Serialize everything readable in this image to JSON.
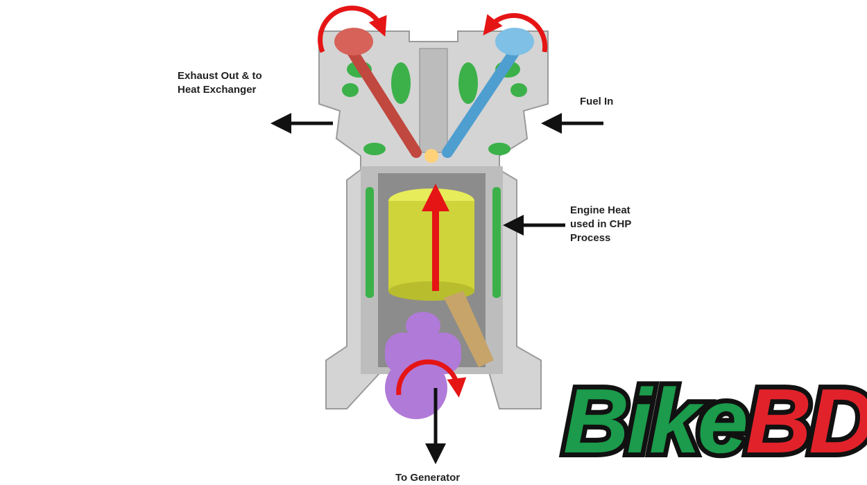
{
  "labels": {
    "exhaust": "Exhaust Out & to\nHeat Exchanger",
    "fuel": "Fuel In",
    "engine_heat": "Engine Heat\nused in CHP\nProcess",
    "generator": "To Generator"
  },
  "logo": {
    "part1": "Bike",
    "part2": "BD"
  },
  "colors": {
    "green": "#1b9b4b",
    "red": "#e2222a",
    "body": "#d4d4d4",
    "piston": "#d8e040",
    "crank": "#b07ad8"
  }
}
